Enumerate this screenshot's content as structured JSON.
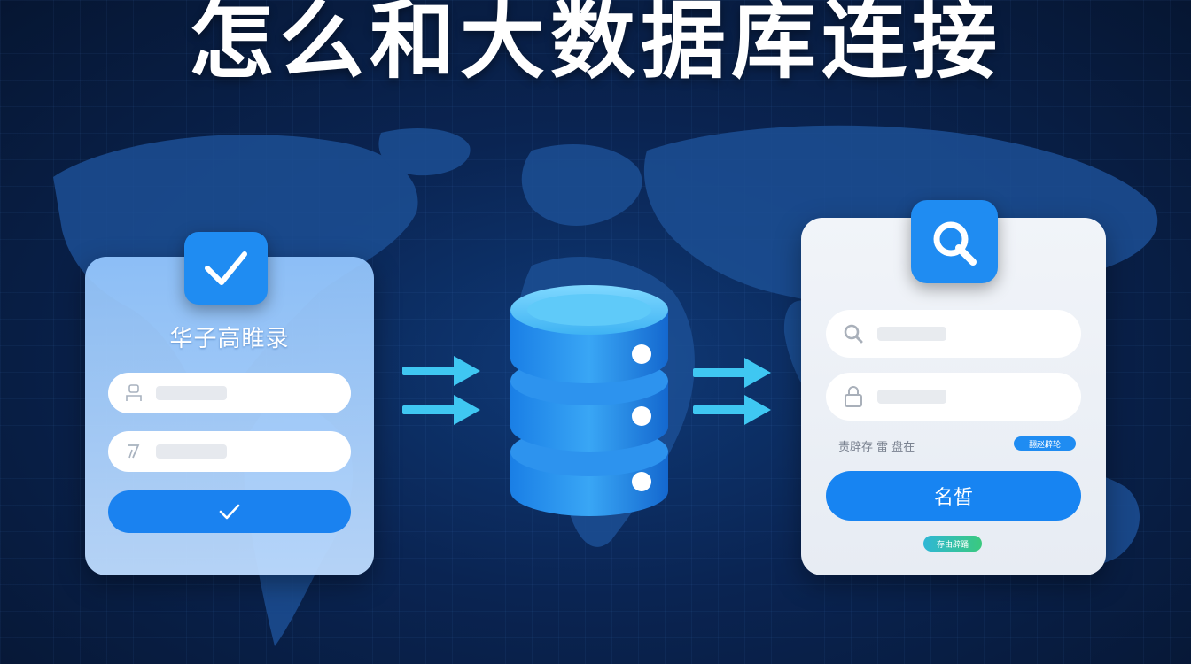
{
  "title": "怎么和大数据库连接",
  "left_card": {
    "title": "华子高睢录",
    "username_placeholder": "",
    "password_placeholder": "",
    "submit_icon": "checkmark-icon"
  },
  "right_card": {
    "search_placeholder": "",
    "password_placeholder": "",
    "remember_label": "责辟存 雷  盘在",
    "forgot_label": "翻赵辟轮",
    "login_label": "名皙",
    "register_label": "存由辟踊"
  },
  "icons": {
    "left_badge": "checkmark-icon",
    "right_badge": "search-icon",
    "database": "database-icon",
    "arrows": "arrow-right-icon"
  },
  "colors": {
    "background": "#0a2452",
    "accent": "#1f8cf2",
    "arrow": "#3fc7f2"
  }
}
